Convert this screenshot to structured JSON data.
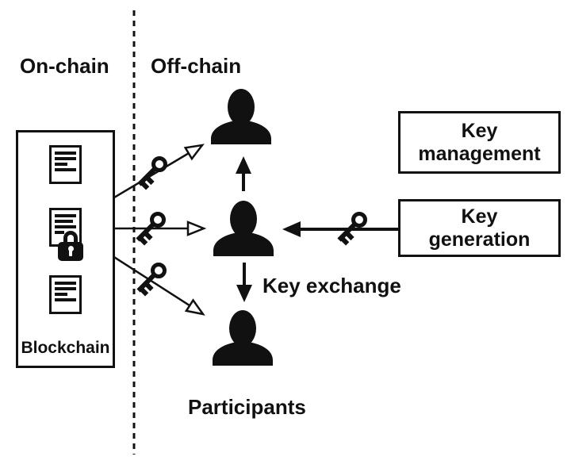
{
  "colors": {
    "ink": "#111111",
    "paper": "#ffffff"
  },
  "zones": {
    "on_chain_label": "On-chain",
    "off_chain_label": "Off-chain"
  },
  "blockchain": {
    "caption": "Blockchain"
  },
  "boxes": {
    "key_management_label": "Key\nmanagement",
    "key_generation_label": "Key\ngeneration"
  },
  "flow_labels": {
    "key_exchange": "Key exchange",
    "participants": "Participants"
  }
}
